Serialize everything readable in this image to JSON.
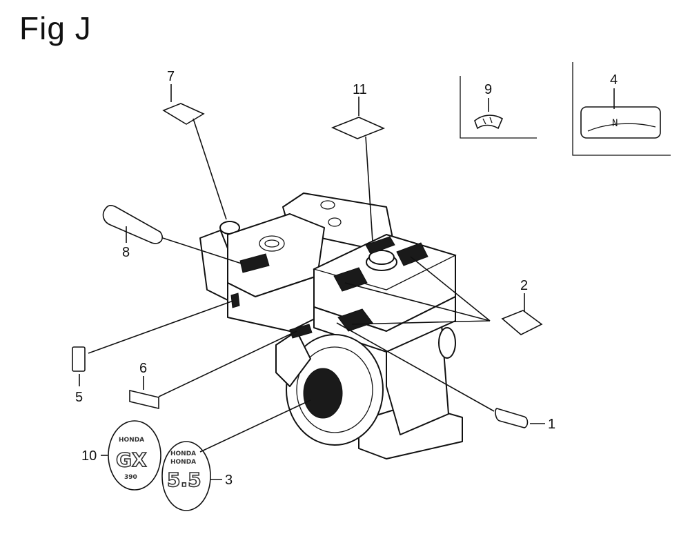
{
  "figure": {
    "title": "Fig J"
  },
  "callouts": [
    {
      "id": "1",
      "label": "1"
    },
    {
      "id": "2",
      "label": "2"
    },
    {
      "id": "3",
      "label": "3"
    },
    {
      "id": "4",
      "label": "4"
    },
    {
      "id": "5",
      "label": "5"
    },
    {
      "id": "6",
      "label": "6"
    },
    {
      "id": "7",
      "label": "7"
    },
    {
      "id": "8",
      "label": "8"
    },
    {
      "id": "9",
      "label": "9"
    },
    {
      "id": "10",
      "label": "10"
    },
    {
      "id": "11",
      "label": "11"
    }
  ],
  "emblems": {
    "left": {
      "line1": "HONDA",
      "line2": "GX",
      "line3": "390"
    },
    "right": {
      "line1": "HONDA",
      "line2": "HONDA",
      "big": "5.5"
    }
  },
  "gauge": {
    "mark": "N"
  }
}
